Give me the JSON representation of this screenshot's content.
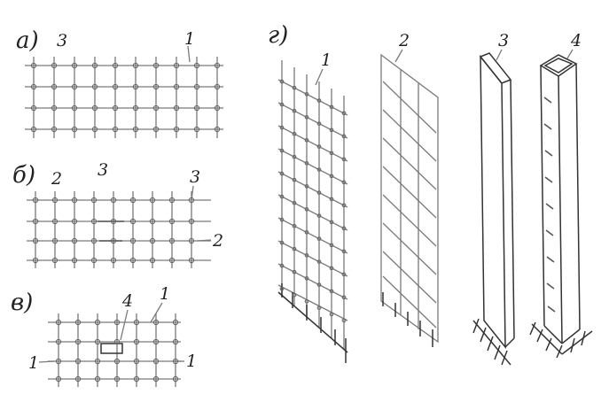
{
  "panels": {
    "a": {
      "letter": "а)",
      "labels": [
        "3",
        "1"
      ]
    },
    "b": {
      "letter": "б)",
      "labels": [
        "2",
        "3",
        "3",
        "2"
      ]
    },
    "v": {
      "letter": "в)",
      "labels": [
        "4",
        "1",
        "1",
        "1"
      ]
    },
    "g": {
      "letter": "г)",
      "labels": [
        "1",
        "2",
        "3",
        "4"
      ]
    }
  }
}
